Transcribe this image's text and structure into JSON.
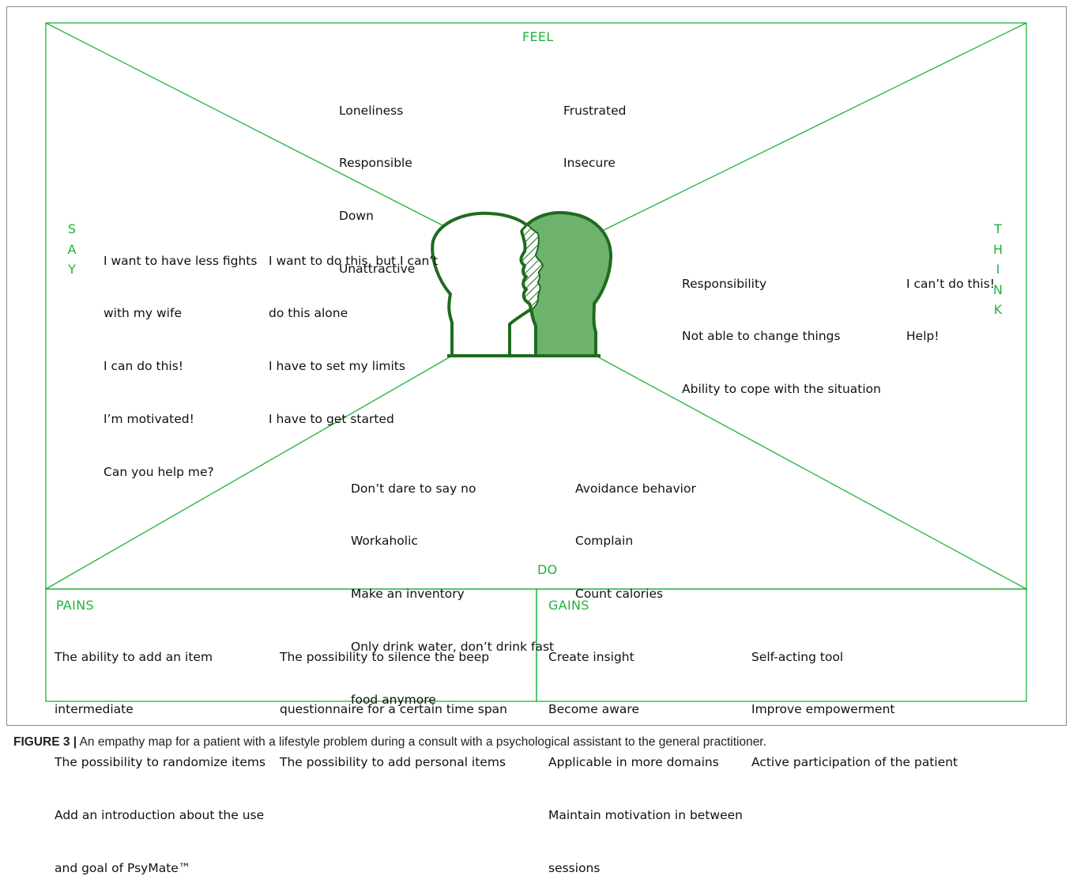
{
  "sections": {
    "feel": {
      "title": "FEEL",
      "col1": [
        "Loneliness",
        "Responsible",
        "Down",
        "Unattractive"
      ],
      "col2": [
        "Frustrated",
        "Insecure"
      ]
    },
    "say": {
      "title_letters": [
        "S",
        "A",
        "Y"
      ],
      "col1": [
        "I want to have less fights",
        "with my wife",
        "I can do this!",
        "I’m motivated!",
        "Can you help me?"
      ],
      "col2": [
        "I want to do this, but I can’t",
        "do this alone",
        "I have to set my limits",
        "I have to get started"
      ]
    },
    "think": {
      "title_letters": [
        "T",
        "H",
        "I",
        "N",
        "K"
      ],
      "col1": [
        "Responsibility",
        "Not able to change things",
        "Ability to cope with the situation"
      ],
      "col2": [
        "I can’t do this!",
        "Help!"
      ]
    },
    "do": {
      "title": "DO",
      "col1": [
        "Don’t dare to say no",
        "Workaholic",
        "Make an inventory",
        "Only drink water, don’t drink fast",
        "food anymore"
      ],
      "col2": [
        "Avoidance behavior",
        "Complain",
        "Count calories"
      ]
    }
  },
  "pains": {
    "title": "PAINS",
    "col1": [
      "The ability to add an item",
      "intermediate",
      "The possibility to randomize items",
      "Add an introduction about the use",
      "and goal of PsyMate™"
    ],
    "col2": [
      "The possibility to silence the beep",
      "questionnaire for a certain time span",
      "The possibility to add personal items"
    ]
  },
  "gains": {
    "title": "GAINS",
    "col1": [
      "Create insight",
      "Become aware",
      "Applicable in more domains",
      "Maintain motivation in between",
      "sessions"
    ],
    "col2": [
      "Self-acting tool",
      "Improve empowerment",
      "Active participation of the patient"
    ]
  },
  "caption": {
    "label": "FIGURE 3 |",
    "text": " An empathy map for a patient with a lifestyle problem during a consult with a psychological assistant to the general practitioner."
  },
  "colors": {
    "accent_green": "#1db33a",
    "head_dark_green": "#1e6b1e",
    "head_fill_green": "#6db36d",
    "border_gray": "#8a8a8a"
  },
  "icons": {
    "center": "two-heads-icon"
  }
}
